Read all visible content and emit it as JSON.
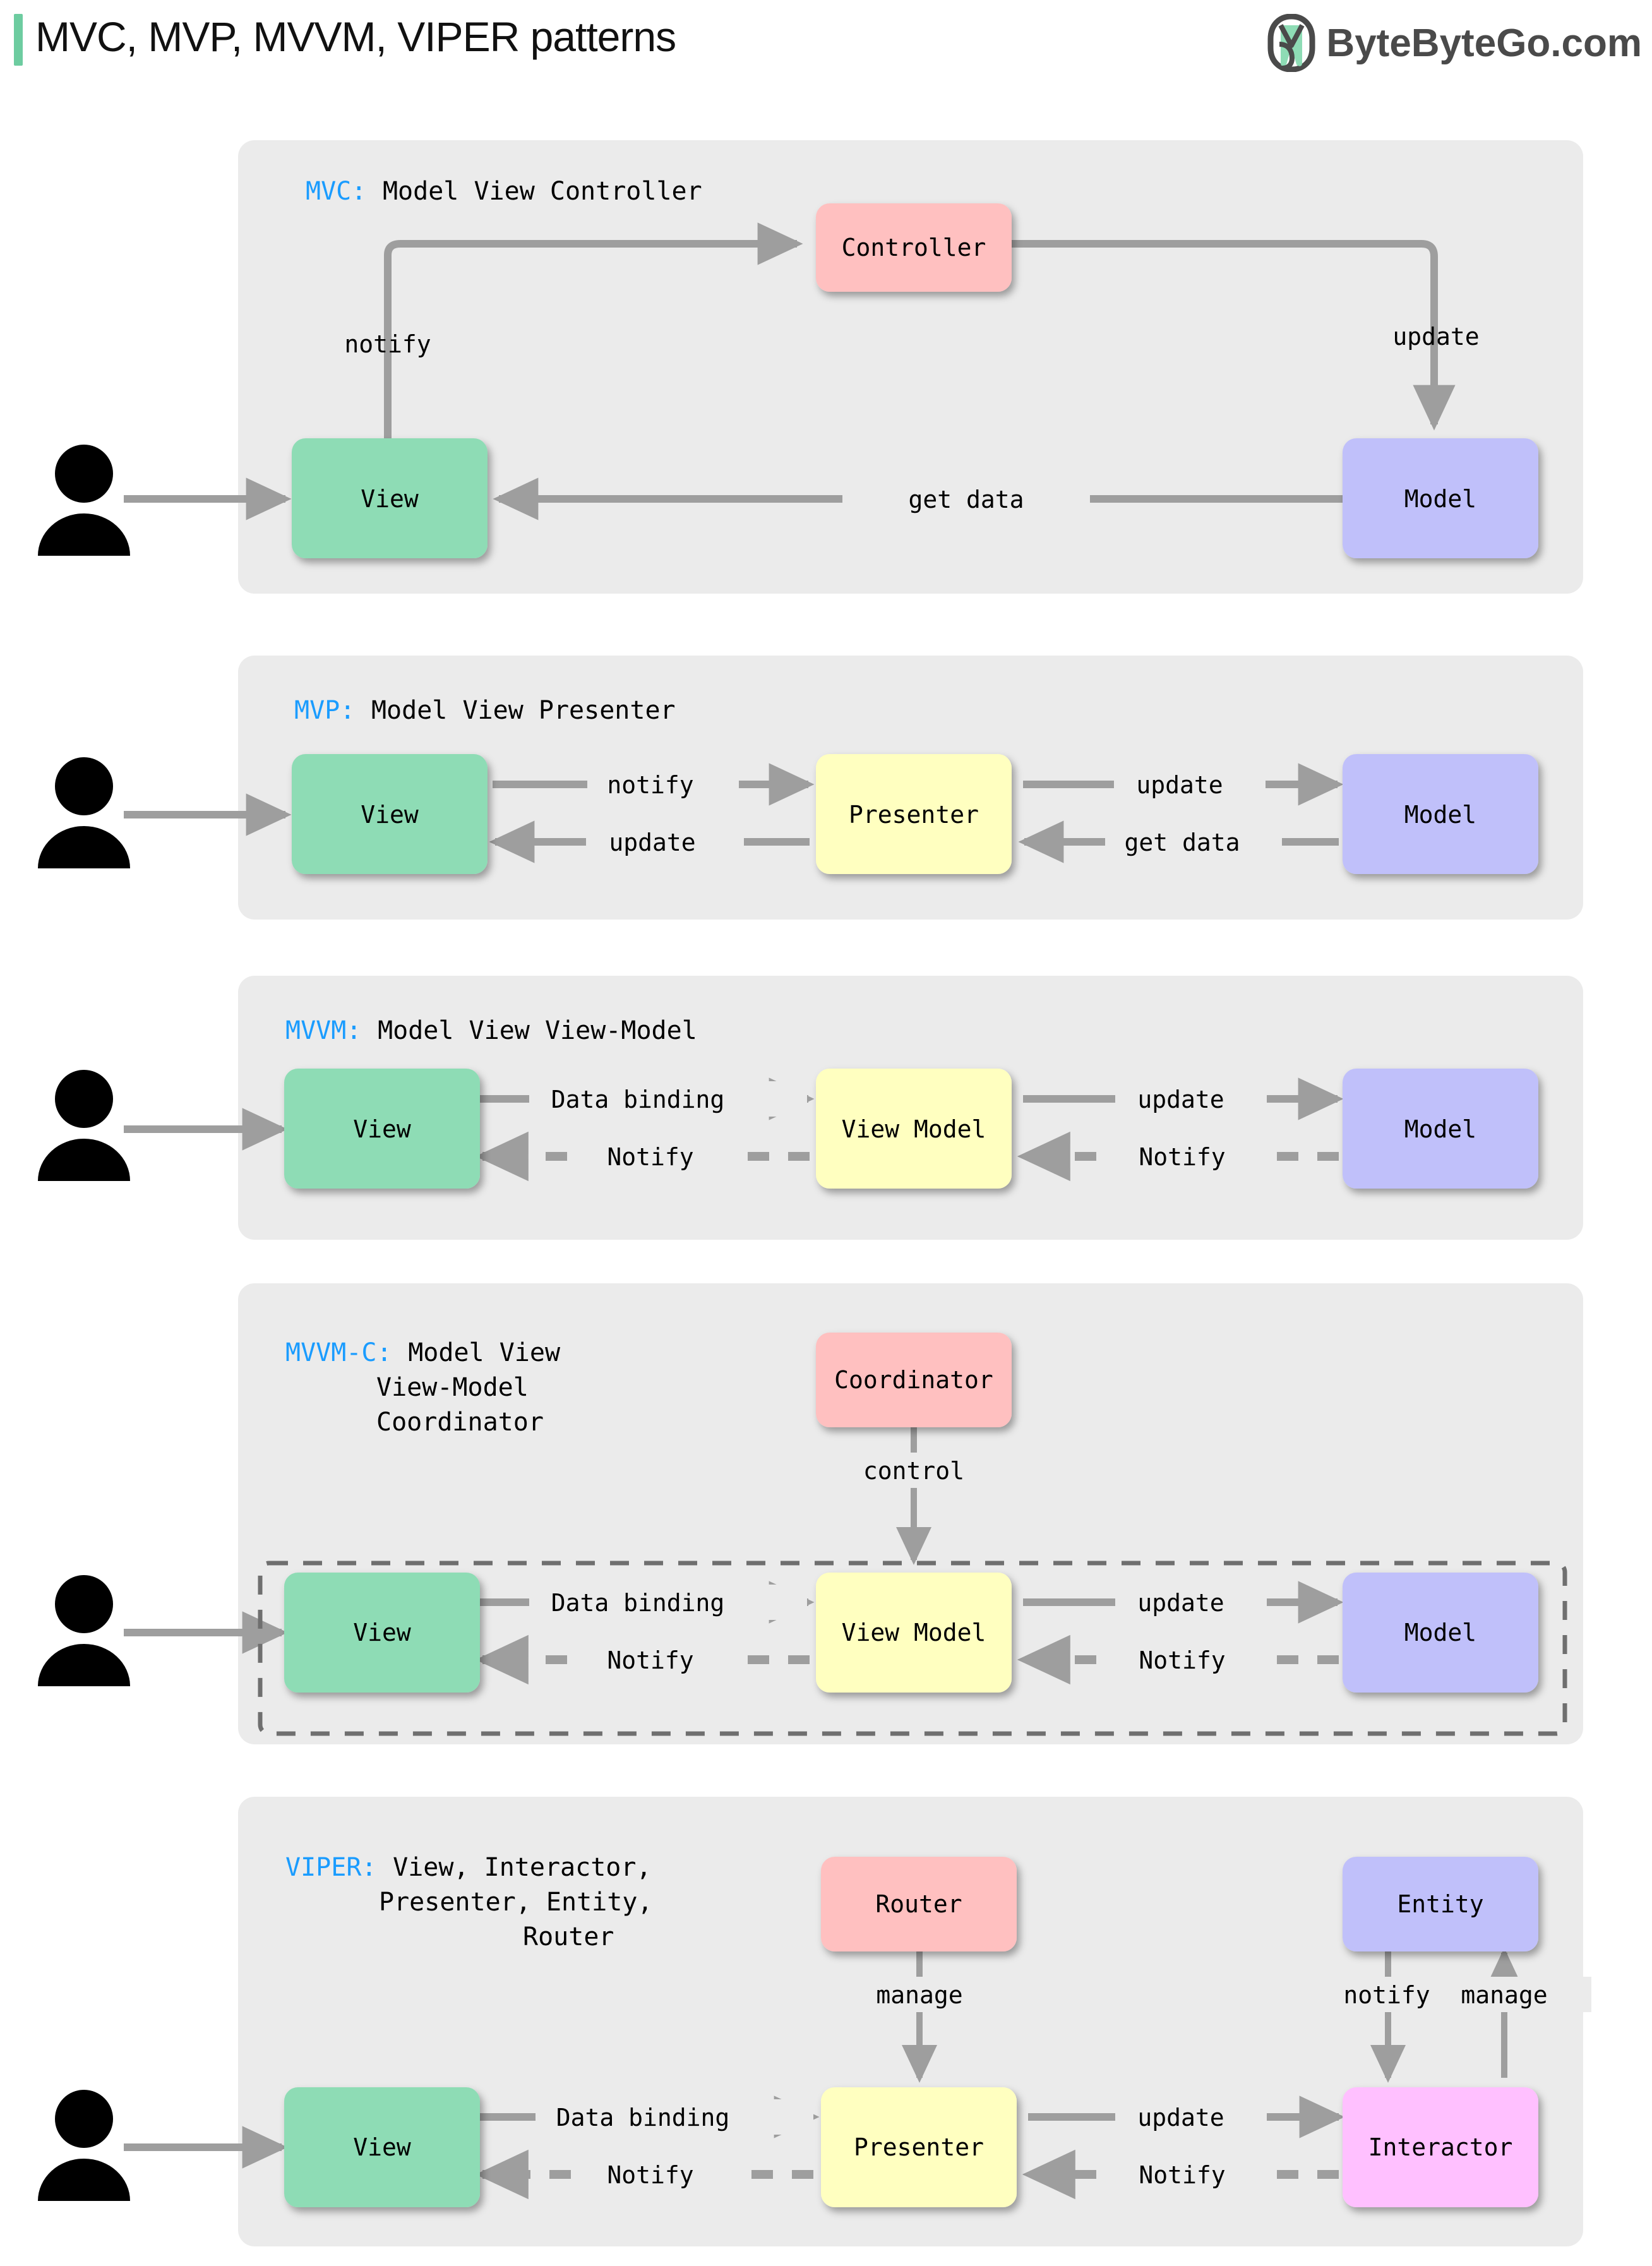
{
  "header": {
    "title": "MVC, MVP, MVVM, VIPER patterns",
    "brand": "ByteByteGo.com",
    "accent": "#6dcca0",
    "logo_icon": "bytebytego-logo-icon"
  },
  "colors": {
    "panel": "#ebebeb",
    "view": "#8edcb5",
    "model": "#c0c0fa",
    "controller": "#ffc0c0",
    "presenter": "#ffffc0",
    "interactor": "#ffc0ff",
    "arrow": "#9e9e9e",
    "section_key": "#1a9cff"
  },
  "sections": [
    {
      "id": "mvc",
      "key": "MVC:",
      "name": "Model View Controller",
      "name_lines": [
        "Model View Controller"
      ],
      "nodes": [
        {
          "name": "View",
          "color_key": "view"
        },
        {
          "name": "Controller",
          "color_key": "controller"
        },
        {
          "name": "Model",
          "color_key": "model"
        }
      ],
      "edges": [
        {
          "label": "notify",
          "from": "View",
          "to": "Controller",
          "style": "solid"
        },
        {
          "label": "update",
          "from": "Controller",
          "to": "Model",
          "style": "solid"
        },
        {
          "label": "get data",
          "from": "Model",
          "to": "View",
          "style": "solid"
        }
      ],
      "actor": "user-icon"
    },
    {
      "id": "mvp",
      "key": "MVP:",
      "name": "Model View Presenter",
      "name_lines": [
        "Model View Presenter"
      ],
      "nodes": [
        {
          "name": "View",
          "color_key": "view"
        },
        {
          "name": "Presenter",
          "color_key": "presenter"
        },
        {
          "name": "Model",
          "color_key": "model"
        }
      ],
      "edges": [
        {
          "label": "notify",
          "from": "View",
          "to": "Presenter",
          "style": "solid"
        },
        {
          "label": "update",
          "from": "Presenter",
          "to": "Model",
          "style": "solid"
        },
        {
          "label": "get data",
          "from": "Model",
          "to": "Presenter",
          "style": "solid"
        },
        {
          "label": "update",
          "from": "Presenter",
          "to": "View",
          "style": "solid"
        }
      ],
      "actor": "user-icon"
    },
    {
      "id": "mvvm",
      "key": "MVVM:",
      "name": "Model View View-Model",
      "name_lines": [
        "Model View View-Model"
      ],
      "nodes": [
        {
          "name": "View",
          "color_key": "view"
        },
        {
          "name": "View Model",
          "color_key": "presenter"
        },
        {
          "name": "Model",
          "color_key": "model"
        }
      ],
      "edges": [
        {
          "label": "Data binding",
          "from": "View",
          "to": "View Model",
          "style": "solid"
        },
        {
          "label": "update",
          "from": "View Model",
          "to": "Model",
          "style": "solid"
        },
        {
          "label": "Notify",
          "from": "Model",
          "to": "View Model",
          "style": "dashed"
        },
        {
          "label": "Notify",
          "from": "View Model",
          "to": "View",
          "style": "dashed"
        }
      ],
      "actor": "user-icon"
    },
    {
      "id": "mvvmc",
      "key": "MVVM-C:",
      "name": "Model View View-Model Coordinator",
      "name_lines": [
        "Model View",
        "View-Model",
        "Coordinator"
      ],
      "nodes": [
        {
          "name": "Coordinator",
          "color_key": "controller"
        },
        {
          "name": "View",
          "color_key": "view"
        },
        {
          "name": "View Model",
          "color_key": "presenter"
        },
        {
          "name": "Model",
          "color_key": "model"
        }
      ],
      "edges": [
        {
          "label": "control",
          "from": "Coordinator",
          "to": "View Model",
          "style": "solid"
        },
        {
          "label": "Data binding",
          "from": "View",
          "to": "View Model",
          "style": "solid"
        },
        {
          "label": "update",
          "from": "View Model",
          "to": "Model",
          "style": "solid"
        },
        {
          "label": "Notify",
          "from": "Model",
          "to": "View Model",
          "style": "dashed"
        },
        {
          "label": "Notify",
          "from": "View Model",
          "to": "View",
          "style": "dashed"
        }
      ],
      "grouped": true,
      "actor": "user-icon"
    },
    {
      "id": "viper",
      "key": "VIPER:",
      "name": "View, Interactor, Presenter, Entity, Router",
      "name_lines": [
        "View, Interactor,",
        "Presenter, Entity,",
        "Router"
      ],
      "nodes": [
        {
          "name": "Router",
          "color_key": "controller"
        },
        {
          "name": "Entity",
          "color_key": "model"
        },
        {
          "name": "View",
          "color_key": "view"
        },
        {
          "name": "Presenter",
          "color_key": "presenter"
        },
        {
          "name": "Interactor",
          "color_key": "interactor"
        }
      ],
      "edges": [
        {
          "label": "manage",
          "from": "Router",
          "to": "Presenter",
          "style": "solid"
        },
        {
          "label": "notify",
          "from": "Entity",
          "to": "Interactor",
          "style": "solid"
        },
        {
          "label": "manage",
          "from": "Interactor",
          "to": "Entity",
          "style": "solid"
        },
        {
          "label": "Data binding",
          "from": "View",
          "to": "Presenter",
          "style": "solid"
        },
        {
          "label": "update",
          "from": "Presenter",
          "to": "Interactor",
          "style": "solid"
        },
        {
          "label": "Notify",
          "from": "Interactor",
          "to": "Presenter",
          "style": "dashed"
        },
        {
          "label": "Notify",
          "from": "Presenter",
          "to": "View",
          "style": "dashed"
        }
      ],
      "actor": "user-icon"
    }
  ]
}
